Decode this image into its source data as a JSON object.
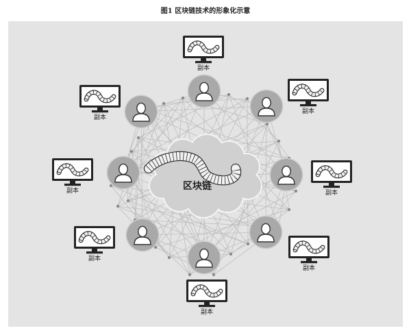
{
  "figure": {
    "caption": "图1 区块链技术的形象化示意"
  },
  "cloud": {
    "label": "区块链"
  },
  "replicas": [
    {
      "label": "副本"
    },
    {
      "label": "副本"
    },
    {
      "label": "副本"
    },
    {
      "label": "副本"
    },
    {
      "label": "副本"
    },
    {
      "label": "副本"
    },
    {
      "label": "副本"
    },
    {
      "label": "副本"
    }
  ],
  "colors": {
    "panel": "#e4e4e4",
    "node_fill": "#a9a9a9",
    "node_stroke": "#cfcfcf",
    "person_fill": "#ffffff",
    "person_stroke": "#333333",
    "line": "#bdbdbd",
    "dot": "#888888",
    "cloud_fill": "#d0d0d0",
    "cloud_stroke": "#f5f5f5",
    "monitor": "#222222",
    "chain_fill": "#f2f2f2"
  },
  "icons": {
    "node": "person-icon",
    "replica": "monitor-icon",
    "chain": "chain-icon",
    "cloud": "cloud-icon"
  }
}
